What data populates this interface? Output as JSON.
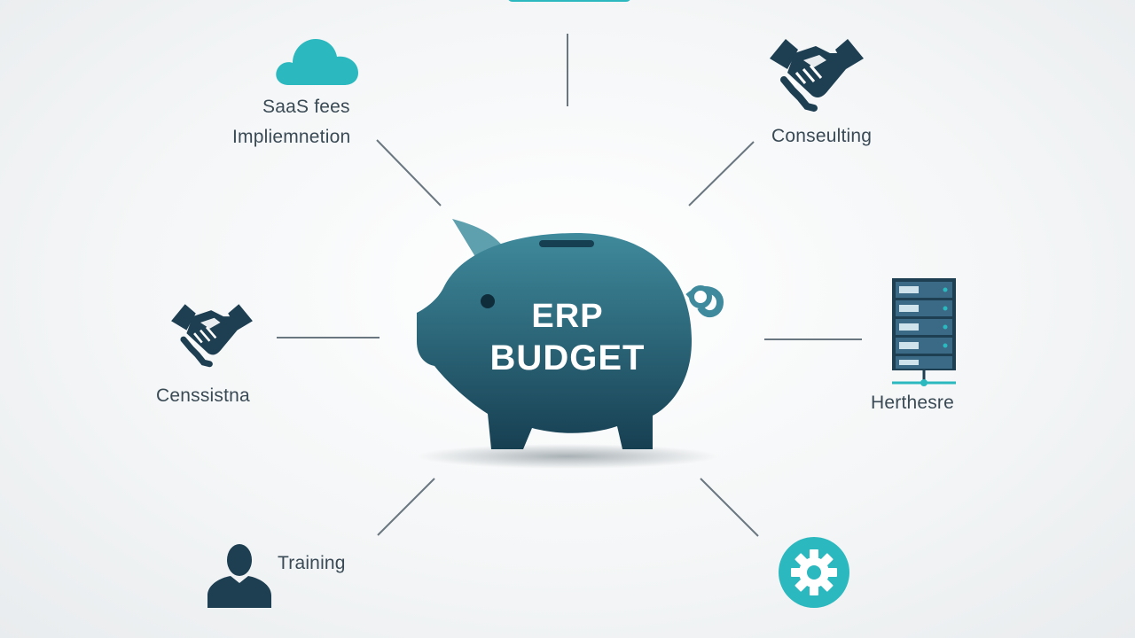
{
  "center": {
    "line1": "ERP",
    "line2": "BUDGET"
  },
  "nodes": {
    "saas_fees": "SaaS fees",
    "implementation": "Impliemnetion",
    "consulting": "Conseulting",
    "consultants": "Censsistna",
    "hardware": "Herthesre",
    "training": "Training"
  },
  "colors": {
    "teal": "#2bb8be",
    "navy": "#1e3f52",
    "piggy_dark": "#1d4a5e",
    "piggy_light": "#3f8a9c",
    "connector": "#6b7780"
  },
  "icons": [
    "cloud-icon",
    "handshake-icon",
    "server-rack-icon",
    "person-icon",
    "gear-icon",
    "piggy-bank-icon"
  ]
}
